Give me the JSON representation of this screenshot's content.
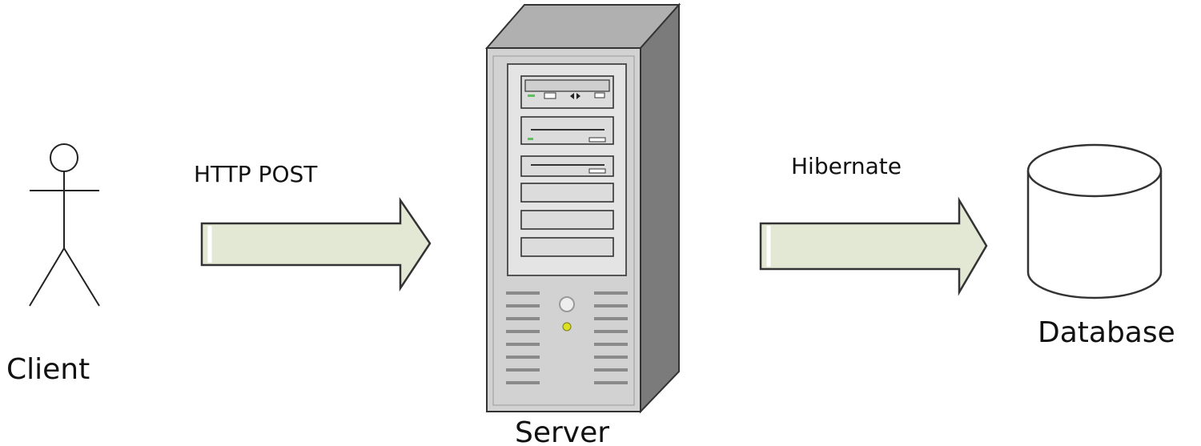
{
  "labels": {
    "client": "Client",
    "server": "Server",
    "database": "Database",
    "http_post": "HTTP POST",
    "hibernate": "Hibernate"
  },
  "colors": {
    "arrow_fill": "#e3e8d5",
    "arrow_stroke": "#333333",
    "server_body": "#d2d2d2",
    "server_side": "#7b7b7b",
    "server_top": "#b0b0b0",
    "led_green": "#5cc25c",
    "led_yellow": "#d9e21c"
  },
  "icons": {
    "client": "stick-figure-icon",
    "server": "server-tower-icon",
    "database": "database-cylinder-icon"
  }
}
